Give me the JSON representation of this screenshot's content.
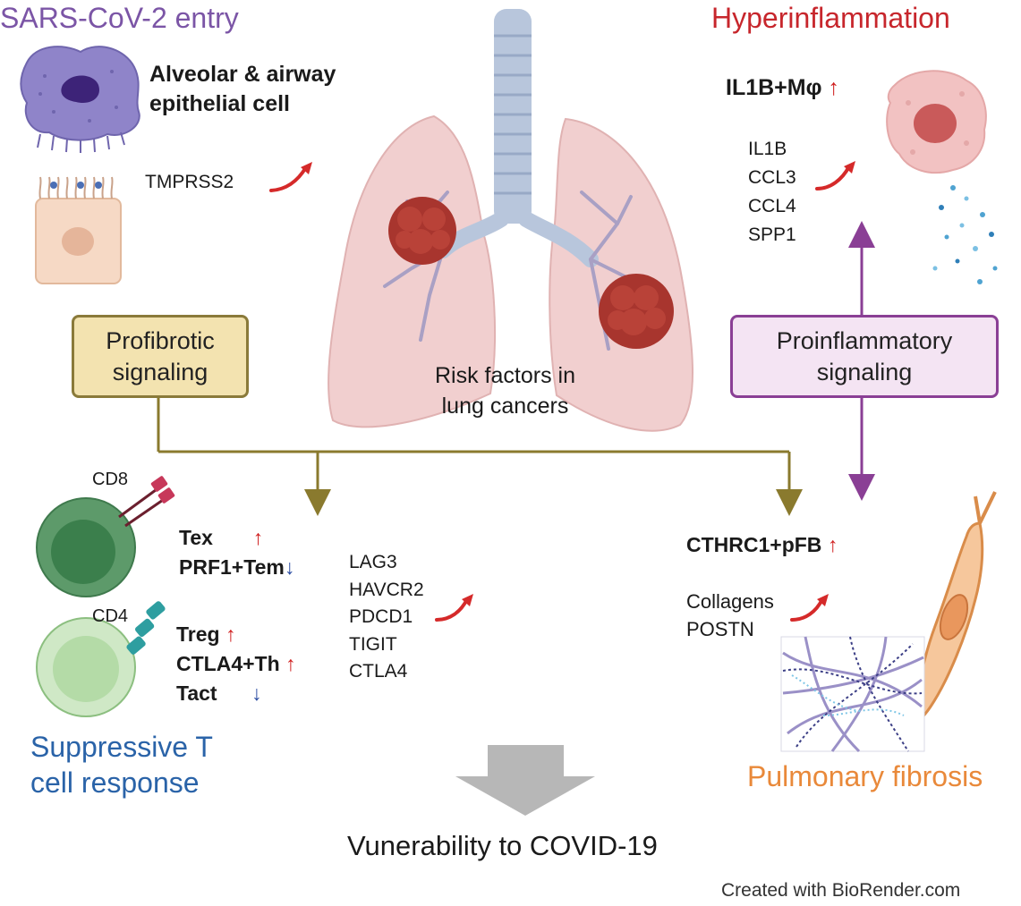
{
  "sections": {
    "sars_entry": "SARS-CoV-2 entry",
    "hyperinflammation": "Hyperinflammation",
    "suppressive_line1": "Suppressive T",
    "suppressive_line2": "cell response",
    "pulmonary_fibrosis": "Pulmonary fibrosis"
  },
  "sars": {
    "cell_line1": "Alveolar & airway",
    "cell_line2": "epithelial cell",
    "gene": "TMPRSS2"
  },
  "hyper": {
    "title": "IL1B+Mφ",
    "genes": [
      "IL1B",
      "CCL3",
      "CCL4",
      "SPP1"
    ]
  },
  "center": {
    "line1": "Risk factors in",
    "line2": "lung cancers"
  },
  "boxes": {
    "profibrotic_line1": "Profibrotic",
    "profibrotic_line2": "signaling",
    "proinflammatory_line1": "Proinflammatory",
    "proinflammatory_line2": "signaling"
  },
  "tcells": {
    "cd8": "CD8",
    "cd4": "CD4",
    "tex": "Tex",
    "prf1": "PRF1+Tem",
    "treg": "Treg",
    "ctla4th": "CTLA4+Th",
    "tact": "Tact",
    "genes": [
      "LAG3",
      "HAVCR2",
      "PDCD1",
      "TIGIT",
      "CTLA4"
    ]
  },
  "fibrosis": {
    "title": "CTHRC1+pFB",
    "genes": [
      "Collagens",
      "POSTN"
    ]
  },
  "bottom": {
    "outcome": "Vunerability to COVID-19",
    "credit": "Created with BioRender.com"
  },
  "symbols": {
    "up": "↑",
    "down": "↓"
  },
  "colors": {
    "sars_purple": "#7b55a6",
    "hyper_red": "#c7262c",
    "suppressive_blue": "#2a63a8",
    "fibrosis_orange": "#e9893a",
    "profibrotic_fill": "#f3e3b0",
    "profibrotic_border": "#8a7a3a",
    "proinflammatory_fill": "#f4e4f3",
    "proinflammatory_border": "#8a3f95",
    "arrow_olive": "#8a7a2e",
    "arrow_purple": "#8a3f95"
  }
}
